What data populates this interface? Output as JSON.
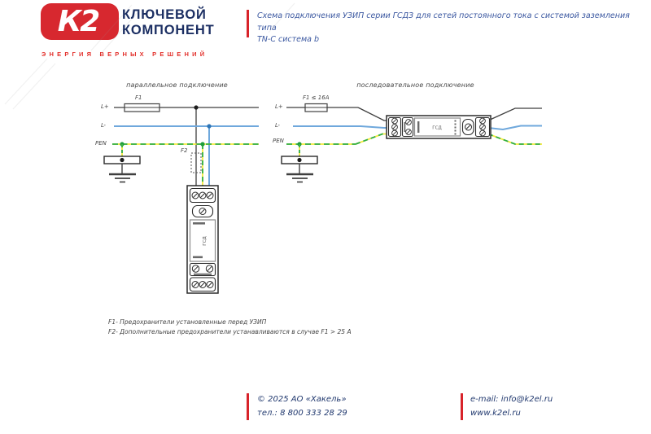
{
  "header": {
    "logo_text": "К2",
    "company_line1": "КЛЮЧЕВОЙ",
    "company_line2": "КОМПОНЕНТ",
    "tagline": "ЭНЕРГИЯ ВЕРНЫХ РЕШЕНИЙ",
    "title_line1": "Схема подключения УЗИП серии ГСДЗ для сетей постоянного тока с системой заземления  типа",
    "title_line2": "TN-C система b"
  },
  "diagram_left": {
    "title": "параллельное подключение",
    "label_l_plus": "L+",
    "label_l_minus": "L-",
    "label_pen": "PEN",
    "label_f1": "F1",
    "label_f2": "F2",
    "device_label": "ГСД"
  },
  "diagram_right": {
    "title": "последовательное подключение",
    "label_l_plus": "L+",
    "label_l_minus": "L-",
    "label_pen": "PEN",
    "label_f1": "F1 ≤ 16A",
    "device_label": "ГСД"
  },
  "notes": {
    "f1": "F1- Предохранители установленные перед УЗИП",
    "f2": "F2- Дополнительные предохранители устанавливаются в случае F1 > 25 А"
  },
  "footer": {
    "copyright": "© 2025 АО «Хакель»",
    "phone": "тел.: 8 800 333 28 29",
    "email": "e-mail: info@k2el.ru",
    "website": "www.k2el.ru"
  },
  "colors": {
    "brand_red": "#d7282f",
    "brand_navy": "#1c2f63",
    "title_blue": "#3a57a0",
    "wire_black": "#3f3f3f",
    "wire_blue": "#6fa8dc",
    "wire_green": "#2fae47",
    "wire_yellow": "#f4ea3d"
  }
}
